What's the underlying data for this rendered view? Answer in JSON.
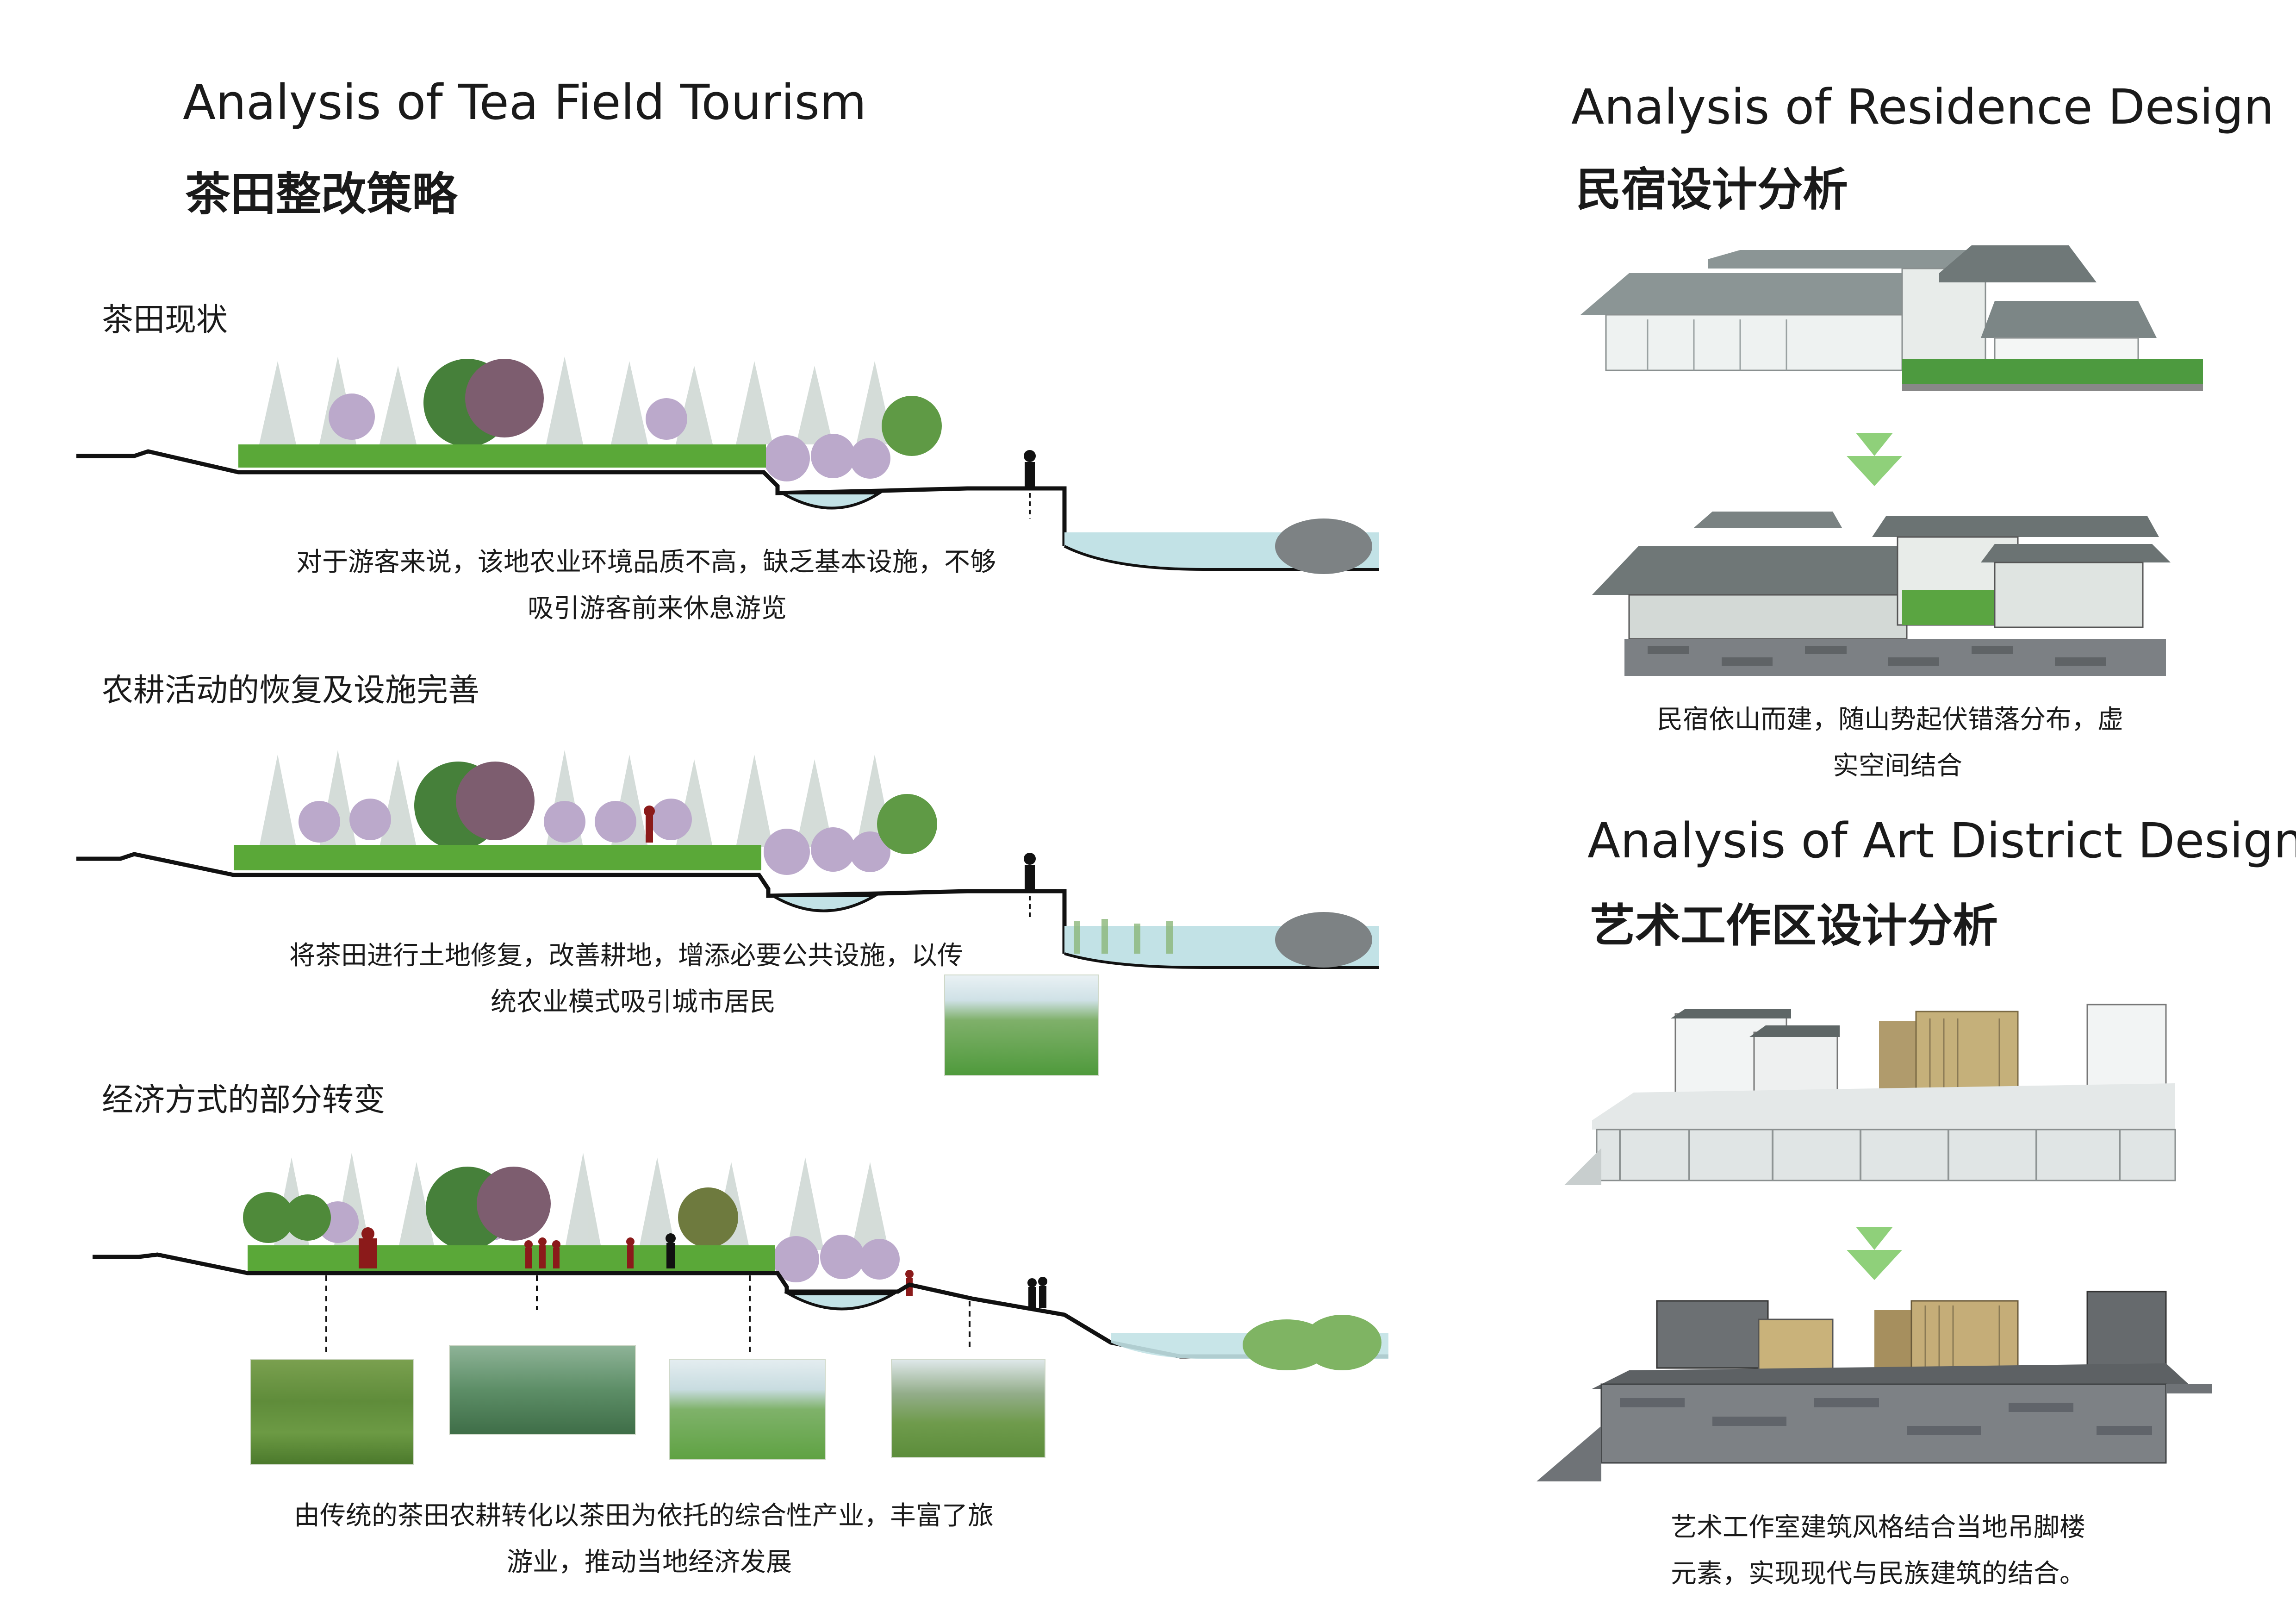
{
  "tea": {
    "title_en": "Analysis of Tea Field Tourism",
    "title_cn": "茶田整改策略",
    "stage1": {
      "title": "茶田现状",
      "caption1": "对于游客来说，该地农业环境品质不高，缺乏基本设施，不够",
      "caption2": "吸引游客前来休息游览"
    },
    "stage2": {
      "title": "农耕活动的恢复及设施完善",
      "caption1": "将茶田进行土地修复，改善耕地，增添必要公共设施，以传",
      "caption2": "统农业模式吸引城市居民"
    },
    "stage3": {
      "title": "经济方式的部分转变",
      "caption1": "由传统的茶田农耕转化以茶田为依托的综合性产业，丰富了旅",
      "caption2": "游业，推动当地经济发展"
    }
  },
  "residence": {
    "title_en": "Analysis of Residence Design",
    "title_cn": "民宿设计分析",
    "caption1": "民宿依山而建，随山势起伏错落分布，虚",
    "caption2": "实空间结合"
  },
  "art": {
    "title_en": "Analysis of Art District Design",
    "title_cn": "艺术工作区设计分析",
    "caption1": "艺术工作室建筑风格结合当地吊脚楼",
    "caption2": "元素，实现现代与民族建筑的结合。"
  },
  "colors": {
    "hedge": "#5fae3c",
    "hedge_dark": "#3f8a28",
    "tree_pale": "#c9d3cf",
    "tree_purple": "#b9a7c9",
    "tree_green": "#4f8a3a",
    "water": "#bfe3e6",
    "arrow": "#8fcf7a",
    "roof": "#6e7676",
    "stone": "#7c8084",
    "people": "#8b1a1a"
  }
}
